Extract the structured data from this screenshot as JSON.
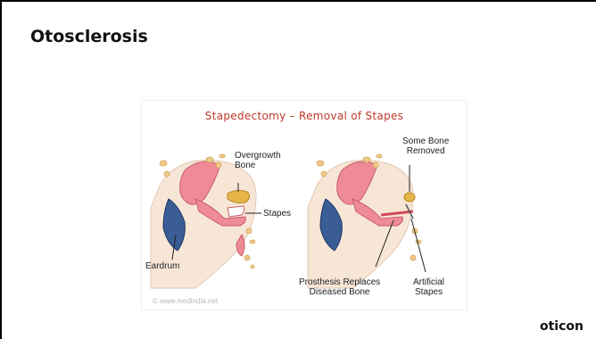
{
  "slide": {
    "title": "Otosclerosis",
    "brand": "oticon"
  },
  "figure": {
    "title": "Stapedectomy – Removal of Stapes",
    "watermark": "© www.medindia.net",
    "labels": {
      "overgrowth_line1": "Overgrowth",
      "overgrowth_line2": "Bone",
      "stapes": "Stapes",
      "eardrum": "Eardrum",
      "some_bone_line1": "Some Bone",
      "some_bone_line2": "Removed",
      "prosthesis_line1": "Prosthesis Replaces",
      "prosthesis_line2": "Diseased Bone",
      "artificial_line1": "Artificial",
      "artificial_line2": "Stapes"
    },
    "colors": {
      "title_red": "#c0392b",
      "ear_pink": "#ef8b97",
      "ear_skin": "#f7e6d6",
      "eardrum_blue": "#3b5d96",
      "bone_yellow": "#e7b64a"
    }
  }
}
